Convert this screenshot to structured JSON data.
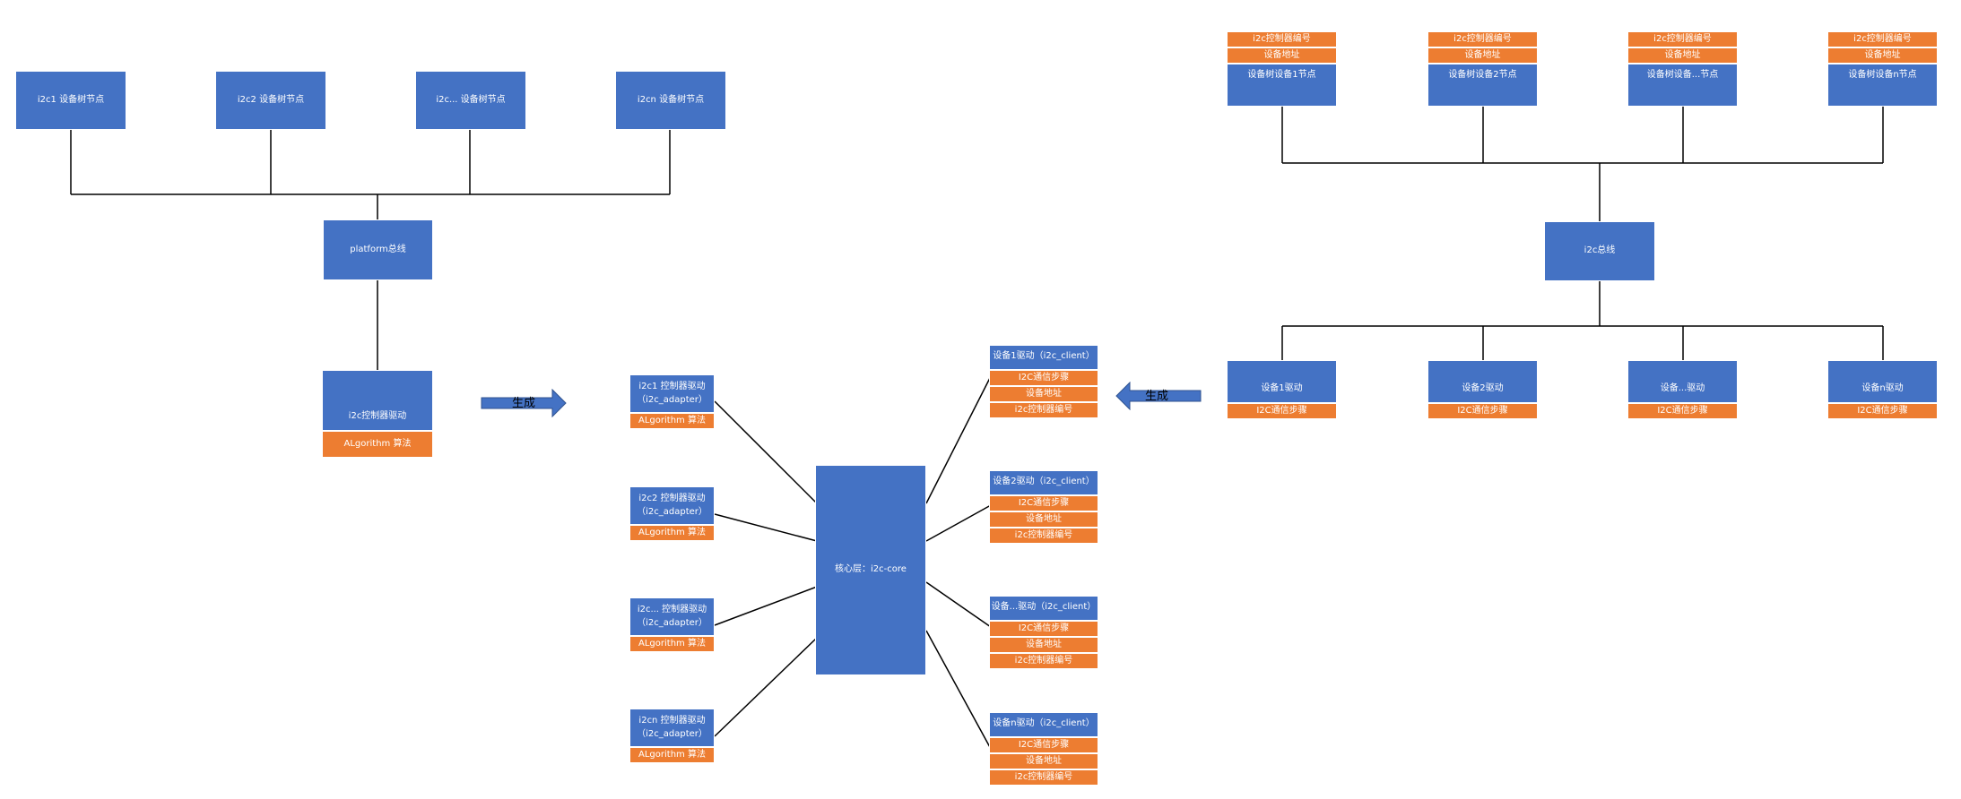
{
  "left_tree": {
    "nodes": [
      "i2c1 设备树节点",
      "i2c2 设备树节点",
      "i2c... 设备树节点",
      "i2cn 设备树节点"
    ],
    "bus": "platform总线",
    "controller_driver": "i2c控制器驱动",
    "algorithm": "ALgorithm 算法"
  },
  "arrows": {
    "left": "生成",
    "right": "生成"
  },
  "adapters": [
    {
      "line1": "i2c1 控制器驱动",
      "line2": "（i2c_adapter）",
      "algorithm": "ALgorithm 算法"
    },
    {
      "line1": "i2c2 控制器驱动",
      "line2": "（i2c_adapter）",
      "algorithm": "ALgorithm 算法"
    },
    {
      "line1": "i2c... 控制器驱动",
      "line2": "（i2c_adapter）",
      "algorithm": "ALgorithm 算法"
    },
    {
      "line1": "i2cn 控制器驱动",
      "line2": "（i2c_adapter）",
      "algorithm": "ALgorithm 算法"
    }
  ],
  "core": "核心层：i2c-core",
  "clients": [
    {
      "title": "设备1驱动（i2c_client）",
      "rows": [
        "I2C通信步骤",
        "设备地址",
        "i2c控制器编号"
      ]
    },
    {
      "title": "设备2驱动（i2c_client）",
      "rows": [
        "I2C通信步骤",
        "设备地址",
        "i2c控制器编号"
      ]
    },
    {
      "title": "设备...驱动（i2c_client）",
      "rows": [
        "I2C通信步骤",
        "设备地址",
        "i2c控制器编号"
      ]
    },
    {
      "title": "设备n驱动（i2c_client）",
      "rows": [
        "I2C通信步骤",
        "设备地址",
        "i2c控制器编号"
      ]
    }
  ],
  "right_tree": {
    "device_nodes": [
      {
        "controller_no": "i2c控制器编号",
        "address": "设备地址",
        "title": "设备树设备1节点"
      },
      {
        "controller_no": "i2c控制器编号",
        "address": "设备地址",
        "title": "设备树设备2节点"
      },
      {
        "controller_no": "i2c控制器编号",
        "address": "设备地址",
        "title": "设备树设备...节点"
      },
      {
        "controller_no": "i2c控制器编号",
        "address": "设备地址",
        "title": "设备树设备n节点"
      }
    ],
    "bus": "i2c总线",
    "drivers": [
      {
        "title": "设备1驱动",
        "step": "I2C通信步骤"
      },
      {
        "title": "设备2驱动",
        "step": "I2C通信步骤"
      },
      {
        "title": "设备...驱动",
        "step": "I2C通信步骤"
      },
      {
        "title": "设备n驱动",
        "step": "I2C通信步骤"
      }
    ]
  },
  "colors": {
    "blue": "#4472C4",
    "orange": "#ED7D31",
    "arrow": "#4472C4",
    "line": "#000000"
  }
}
